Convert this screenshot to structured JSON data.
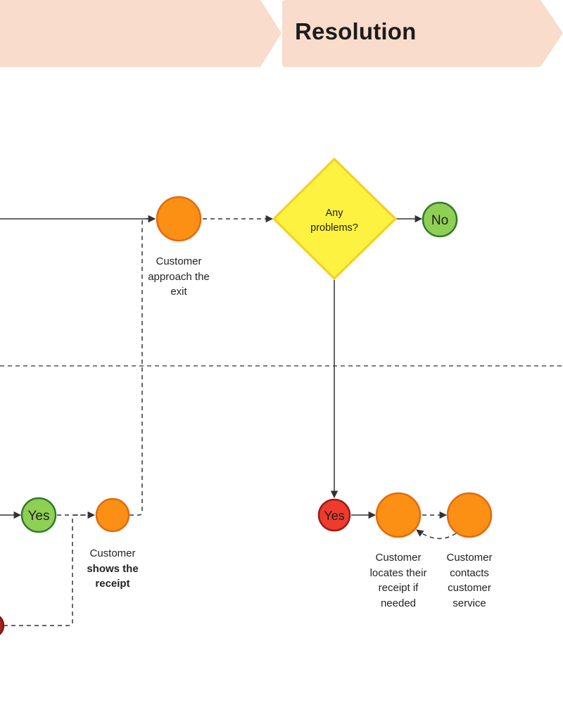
{
  "stages": {
    "resolution": "Resolution"
  },
  "decision": {
    "line1": "Any",
    "line2": "problems?"
  },
  "outcomes": {
    "no_top": "No",
    "yes_left": "Yes",
    "yes_right": "Yes"
  },
  "labels": {
    "approach_exit": [
      "Customer",
      "approach the",
      "exit"
    ],
    "shows_receipt": {
      "line1": "Customer",
      "line2_bold": "shows the",
      "line3_bold": "receipt"
    },
    "locates_receipt": [
      "Customer",
      "locates their",
      "receipt if",
      "needed"
    ],
    "contacts_service": [
      "Customer",
      "contacts",
      "customer",
      "service"
    ]
  },
  "colors": {
    "stage_banner": "#f9dccb",
    "step_orange": "#fb9015",
    "step_orange_stroke": "#e36a10",
    "decision_yellow": "#fdf240",
    "decision_stroke": "#f5cf1f",
    "yes_no_green": "#8fd054",
    "green_stroke": "#2f7a2c",
    "yes_red": "#ee3b2e",
    "red_stroke": "#9e1a1a",
    "dark_red": "#a8201e"
  }
}
